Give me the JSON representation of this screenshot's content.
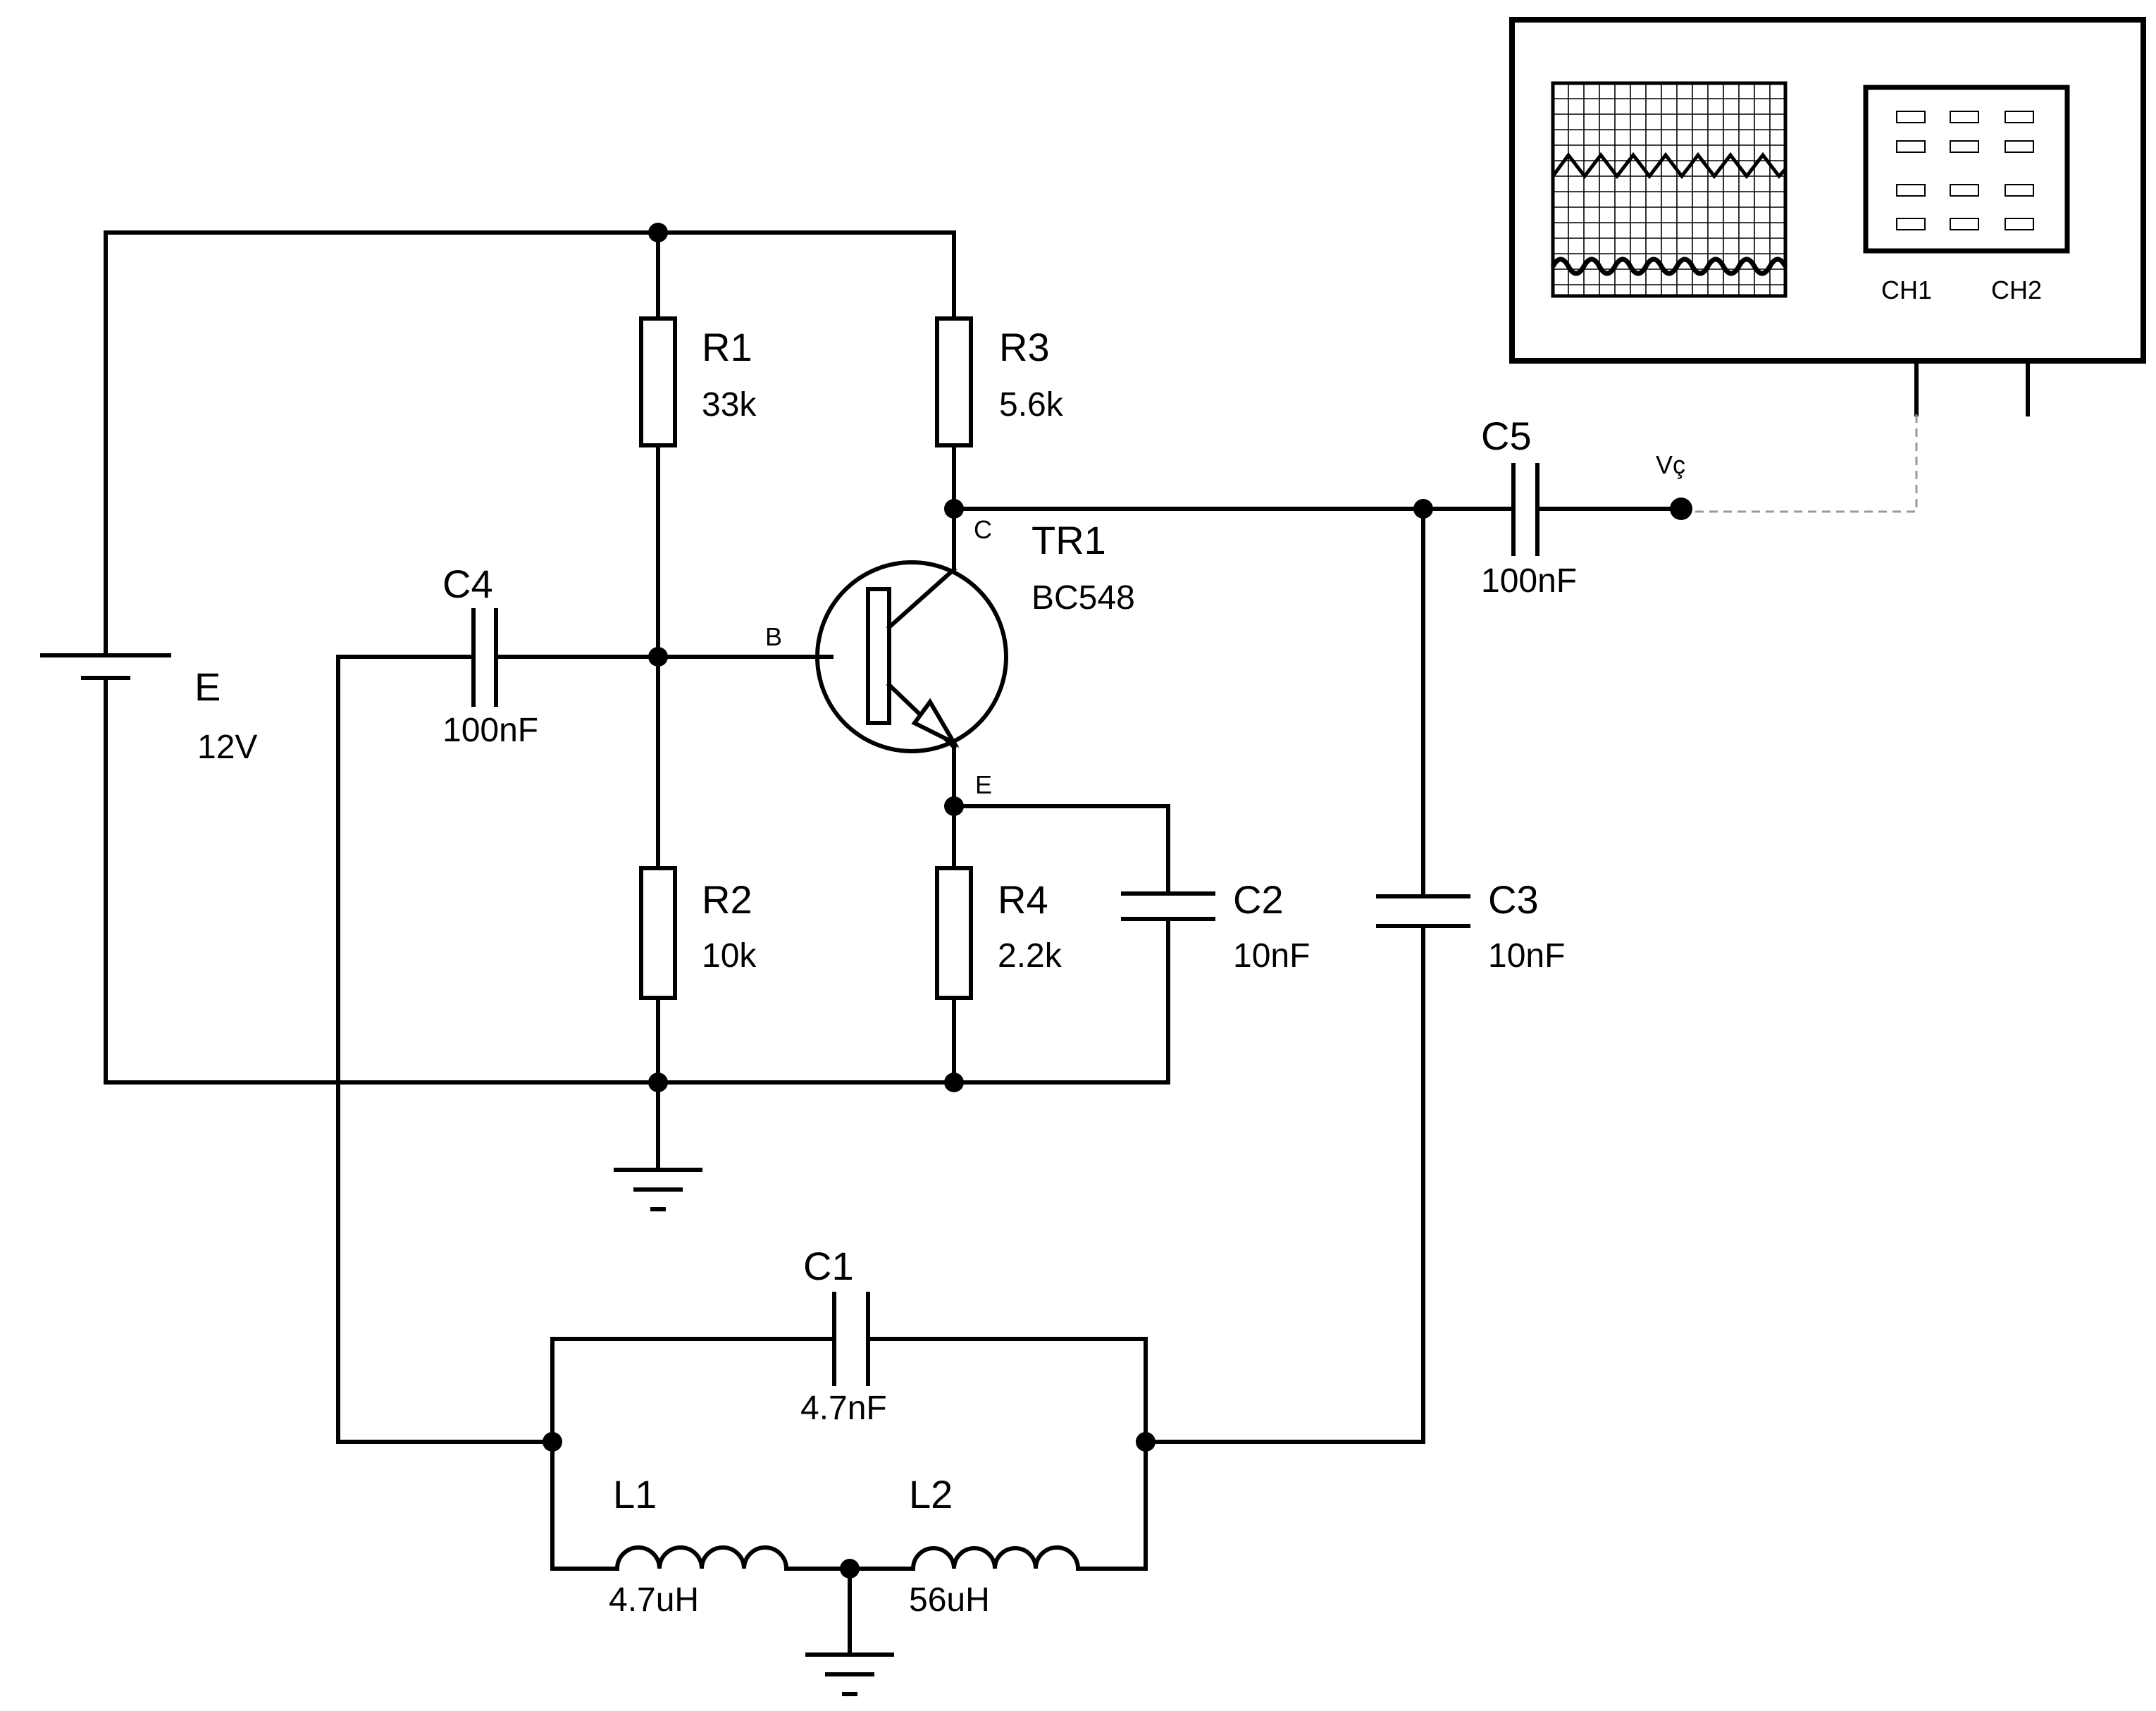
{
  "components": {
    "battery": {
      "name": "E",
      "value": "12V"
    },
    "r1": {
      "name": "R1",
      "value": "33k"
    },
    "r2": {
      "name": "R2",
      "value": "10k"
    },
    "r3": {
      "name": "R3",
      "value": "5.6k"
    },
    "r4": {
      "name": "R4",
      "value": "2.2k"
    },
    "c1": {
      "name": "C1",
      "value": "4.7nF"
    },
    "c2": {
      "name": "C2",
      "value": "10nF"
    },
    "c3": {
      "name": "C3",
      "value": "10nF"
    },
    "c4": {
      "name": "C4",
      "value": "100nF"
    },
    "c5": {
      "name": "C5",
      "value": "100nF"
    },
    "l1": {
      "name": "L1",
      "value": "4.7uH"
    },
    "l2": {
      "name": "L2",
      "value": "56uH"
    },
    "tr1": {
      "name": "TR1",
      "value": "BC548",
      "pin_c": "C",
      "pin_b": "B",
      "pin_e": "E"
    }
  },
  "output_label": "Vç",
  "oscilloscope": {
    "ch1": "CH1",
    "ch2": "CH2"
  }
}
